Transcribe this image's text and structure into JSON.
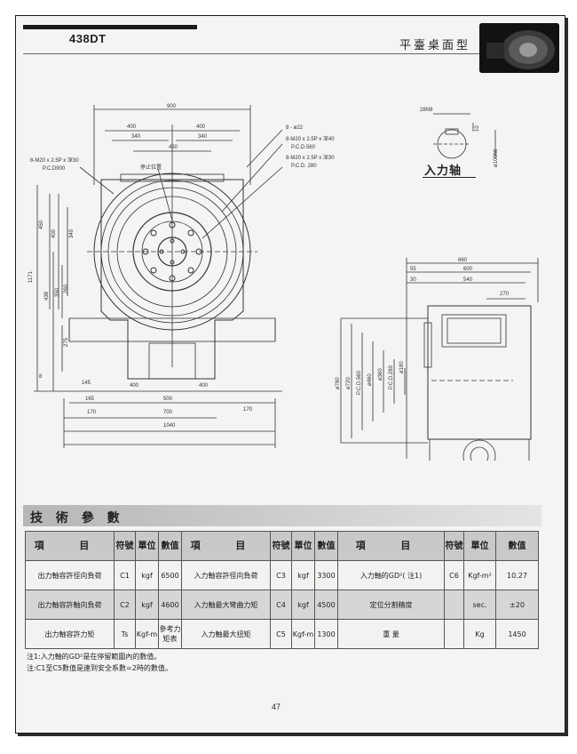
{
  "header": {
    "model": "438DT",
    "subtitle": "平臺桌面型"
  },
  "drawing": {
    "input_shaft_label": "入力轴",
    "front_view_dims": {
      "d900": "900",
      "d400a": "400",
      "d400b": "400",
      "d340a": "340",
      "d340b": "340",
      "d450": "450",
      "hole_8": "8 - ø22",
      "tap1": "8-M20 x 2.5P x 深40",
      "pcd560": "P.C.D.560",
      "tap2": "8-M20 x 2.5P x 深30",
      "pcd280": "P.C.D. 280",
      "tap3": "8-M20 x 2.5P x 深30",
      "pcd900": "P.C.D900",
      "stop_pos": "停止位置",
      "v450": "450",
      "v400": "400",
      "v340": "340",
      "v1171": "1171",
      "v438": "438",
      "v350": "350",
      "v260": "260",
      "v275": "275",
      "v8": "8",
      "b145": "145",
      "b400a": "400",
      "b400b": "400",
      "b165": "165",
      "b500": "500",
      "b170a": "170",
      "b700": "700",
      "b170b": "170",
      "b1040": "1040"
    },
    "shaft_detail_dims": {
      "key": "28N9",
      "d10": "10",
      "dia": "ø100h6"
    },
    "side_view_dims": {
      "h660": "660",
      "h55": "55",
      "h600": "600",
      "h30": "30",
      "h540": "540",
      "h270": "270",
      "d780": "ø780",
      "d720": "ø720",
      "pcd560": "P.C.D.560",
      "d460": "ø460",
      "d360": "ø360",
      "pcd280": "P.C.D.280",
      "d180": "ø180"
    }
  },
  "specs": {
    "title": "技 術 參 數",
    "headers": {
      "item": "項 目",
      "symbol": "符號",
      "unit": "單位",
      "value": "數值"
    },
    "rows": [
      [
        {
          "item": "出力軸容許徑向負荷",
          "sym": "C1",
          "unit": "kgf",
          "val": "6500"
        },
        {
          "item": "入力軸容許徑向負荷",
          "sym": "C3",
          "unit": "kgf",
          "val": "3300"
        },
        {
          "item": "入力軸的GD²( 注1)",
          "sym": "C6",
          "unit": "Kgf-m²",
          "val": "10.27"
        }
      ],
      [
        {
          "item": "出力軸容許軸向負荷",
          "sym": "C2",
          "unit": "kgf",
          "val": "4600"
        },
        {
          "item": "入力軸最大彎曲力矩",
          "sym": "C4",
          "unit": "kgf",
          "val": "4500"
        },
        {
          "item": "定位分割精度",
          "sym": "",
          "unit": "sec.",
          "val": "±20"
        }
      ],
      [
        {
          "item": "出力軸容許力矩",
          "sym": "Ts",
          "unit": "Kgf-m",
          "val": "參考力矩表"
        },
        {
          "item": "入力軸最大扭矩",
          "sym": "C5",
          "unit": "Kgf-m",
          "val": "1300"
        },
        {
          "item": "重 量",
          "sym": "",
          "unit": "Kg",
          "val": "1450"
        }
      ]
    ],
    "notes": [
      "注1:入力軸的GD²是在停留範圍內的數值。",
      "注:C1至C5數值是連到安全系數=2時的數值。"
    ]
  },
  "footer": {
    "page": "47"
  }
}
